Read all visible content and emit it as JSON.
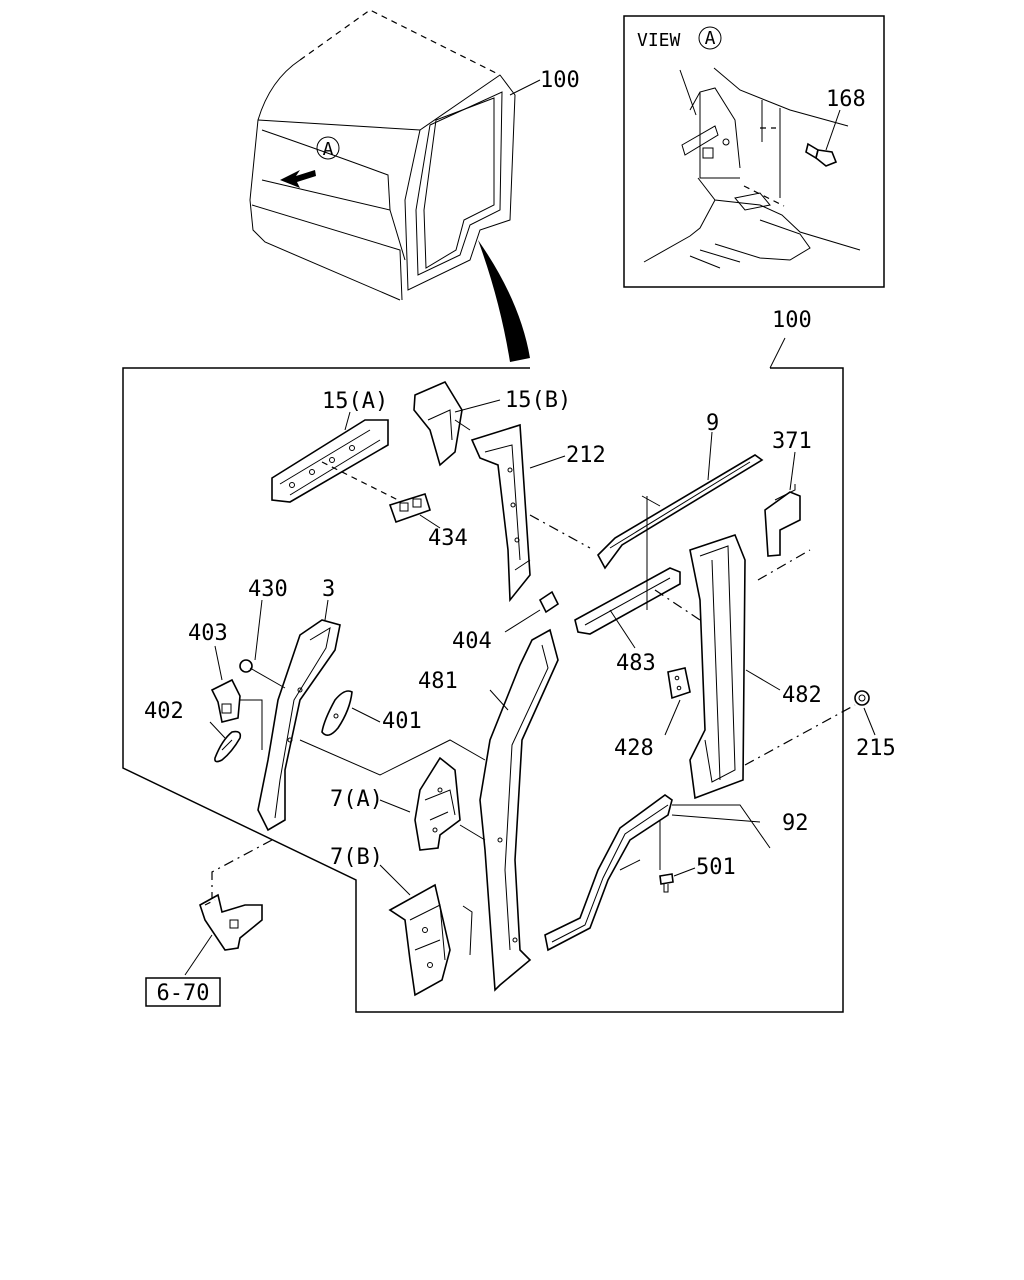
{
  "view_box": {
    "title": "VIEW",
    "circle_letter": "A",
    "part_168": "168"
  },
  "cab": {
    "circle_letter": "A",
    "part_100": "100"
  },
  "main_box": {
    "part_100": "100"
  },
  "parts": {
    "p15a": "15(A)",
    "p15b": "15(B)",
    "p212": "212",
    "p9": "9",
    "p371": "371",
    "p434": "434",
    "p430": "430",
    "p3": "3",
    "p403": "403",
    "p402": "402",
    "p401": "401",
    "p404": "404",
    "p481": "481",
    "p483": "483",
    "p482": "482",
    "p428": "428",
    "p215": "215",
    "p7a": "7(A)",
    "p7b": "7(B)",
    "p92": "92",
    "p501": "501"
  },
  "ref_box": {
    "label": "6-70"
  }
}
